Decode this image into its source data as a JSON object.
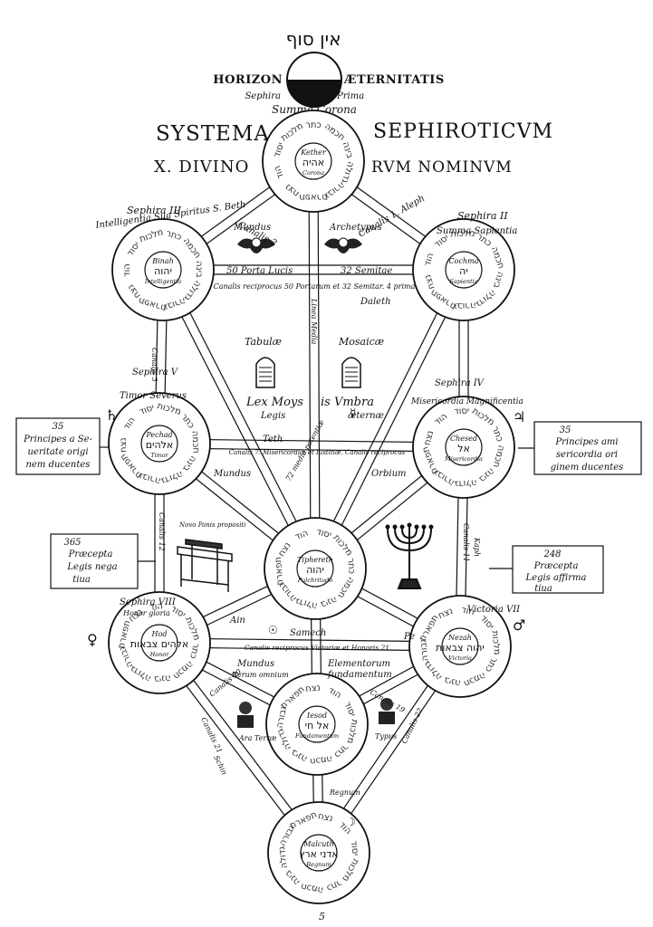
{
  "header": {
    "ain_soph": "אין סוף",
    "horizon_left": "HORIZON",
    "horizon_right": "ÆTERNITATIS",
    "sephira_prima_a": "Sephira",
    "sephira_prima_b": "Prima",
    "summa_corona": "Summa Corona",
    "systema": "SYSTEMA",
    "sephiroticum": "SEPHIROTICVM",
    "x_divino": "X. DIVINO",
    "rum_nominum": "RVM NOMINVM"
  },
  "sephiroth": [
    {
      "id": "kether",
      "latin": "Kether",
      "latin2": "Corona",
      "hebrew": "אהיה"
    },
    {
      "id": "binah",
      "latin": "Binah",
      "latin2": "Intelligentia",
      "hebrew": "יהוה"
    },
    {
      "id": "chochma",
      "latin": "Cochma",
      "latin2": "Sapientia",
      "hebrew": "יה"
    },
    {
      "id": "pechad",
      "latin": "Pechad",
      "latin2": "Timor",
      "hebrew": "אלהים"
    },
    {
      "id": "chesed",
      "latin": "Chesed",
      "latin2": "Misericordia",
      "hebrew": "אל"
    },
    {
      "id": "tiphereth",
      "latin": "Tiphereth",
      "latin2": "Pulchritudo",
      "hebrew": "יהוה"
    },
    {
      "id": "hod",
      "latin": "Hod",
      "latin2": "Honor",
      "hebrew": "אלהים צבאות"
    },
    {
      "id": "netzah",
      "latin": "Nezah",
      "latin2": "Victoria",
      "hebrew": "יהוה צבאות"
    },
    {
      "id": "jesod",
      "latin": "Iesod",
      "latin2": "Fundamentum",
      "hebrew": "אל חי"
    },
    {
      "id": "malchuth",
      "latin": "Malcuth",
      "latin2": "Regnum",
      "hebrew": "אדני ארץ"
    }
  ],
  "ring_words": [
    "כתר",
    "חכמה",
    "בינה",
    "גדולה",
    "גבורה",
    "תפארת",
    "נצח",
    "הוד",
    "יסוד",
    "מלכות"
  ],
  "labels": {
    "sephira_iii": "Sephira III",
    "intelligentia": "Intelligentia Sua Spiritus S. Beth",
    "sephira_ii": "Sephira II",
    "summa_sapientia": "Summa  Sapientia",
    "canalis_aleph": "Canalis 1. Aleph",
    "canalis_beth": "Canalis 2",
    "mundus": "Mundus",
    "archetypus": "Archetypus",
    "porta_lucis": "50 Porta Lucis",
    "semitae": "32 Semitae",
    "canalis_reciprocus_top": "Canalis reciprocus 50 Portarum et 32 Semitar. 4 prima",
    "daleth": "Daleth",
    "tabulae": "Tabulæ",
    "mosaicae": "Mosaicæ",
    "lex_moys": "Lex Moys",
    "legis": "Legis",
    "umbra": "is Vmbra",
    "aeternae": "æternæ",
    "linea_media": "Linea Media",
    "canalis_aleph_v": "Canalis 3",
    "sephira_v": "Sephira V",
    "timor_severus": "Timor   Severus",
    "sephira_iv": "Sephira IV",
    "misericordia_magnificentia": "Misericordia  Magnificentia",
    "teth": "Teth",
    "canalis_teth": "Canalis 7. Misericordiæ et Iustitiæ. Canalis reciprocus",
    "mundus_mid": "Mundus",
    "orbium": "Orbium",
    "media_potentiae": "72 media potentiæ",
    "canalis_12": "Canalis 12",
    "canalis_11": "Canalis 11",
    "kaph": "Kaph",
    "nevo_pani": "Novo Panis propositi",
    "sephira_viii": "Sephira VIII",
    "honor_gloria": "Honor gloria",
    "victoria_vii": "Victoria VII",
    "samech": "Samech",
    "pe": "Pe",
    "ain": "Ain",
    "canalis_reciprocus_low": "Canalis reciprocus Victoriæ et Honoris 21",
    "mundus_low": "Mundus",
    "elementorum": "Elementorum",
    "rerum_omnium": "Rerum omnium",
    "fundamentum": "fundamentum",
    "canalis_20": "Canalis 20",
    "canalis_19": "Canalis 19",
    "ara_terrae": "Ara Terræ",
    "typus": "Typus",
    "canalis_21": "Canalis 21",
    "schin": "Schin",
    "canalis_22": "Canalis 22",
    "regnum": "Regnum",
    "page_number": "5"
  },
  "boxes": {
    "left_top": [
      "35",
      "Principes a Se-",
      "ueritate origi",
      "nem ducentes"
    ],
    "right_top": [
      "35",
      "Principes ami",
      "sericordia ori",
      "ginem ducentes"
    ],
    "left_low": [
      "365",
      "Præcepta",
      "Legis nega",
      "tiua"
    ],
    "right_low": [
      "248",
      "Præcepta",
      "Legis affirma",
      "tiua"
    ]
  },
  "planet_symbols": {
    "saturn": "♄",
    "jupiter": "♃",
    "venus": "♀",
    "mars": "♂",
    "sun": "☉",
    "moon": "☽",
    "mercury": "☿"
  }
}
